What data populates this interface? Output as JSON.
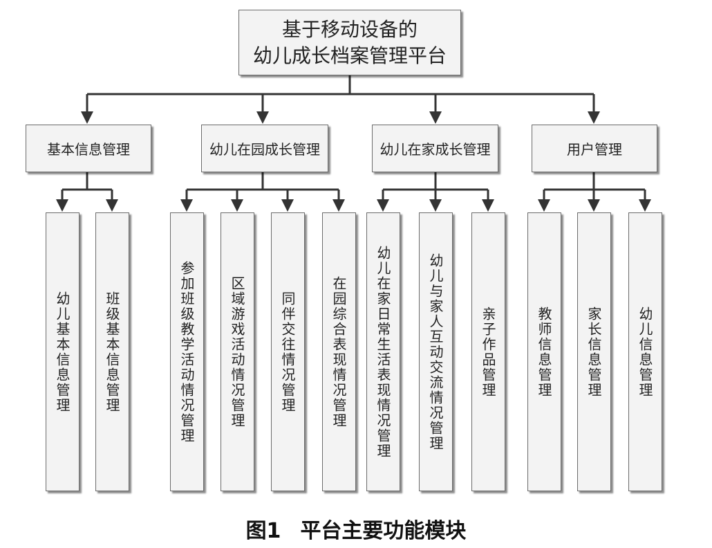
{
  "diagram": {
    "root": {
      "line1": "基于移动设备的",
      "line2": "幼儿成长档案管理平台"
    },
    "modules": [
      {
        "label": "基本信息管理",
        "children": [
          "幼儿基本信息管理",
          "班级基本信息管理"
        ]
      },
      {
        "label": "幼儿在园成长管理",
        "children": [
          "参加班级教学活动情况管理",
          "区域游戏活动情况管理",
          "同伴交往情况管理",
          "在园综合表现情况管理"
        ]
      },
      {
        "label": "幼儿在家成长管理",
        "children": [
          "幼儿在家日常生活表现情况管理",
          "幼儿与家人互动交流情况管理",
          "亲子作品管理"
        ]
      },
      {
        "label": "用户管理",
        "children": [
          "教师信息管理",
          "家长信息管理",
          "幼儿信息管理"
        ]
      }
    ]
  },
  "caption": {
    "number": "图1",
    "title": "平台主要功能模块"
  }
}
